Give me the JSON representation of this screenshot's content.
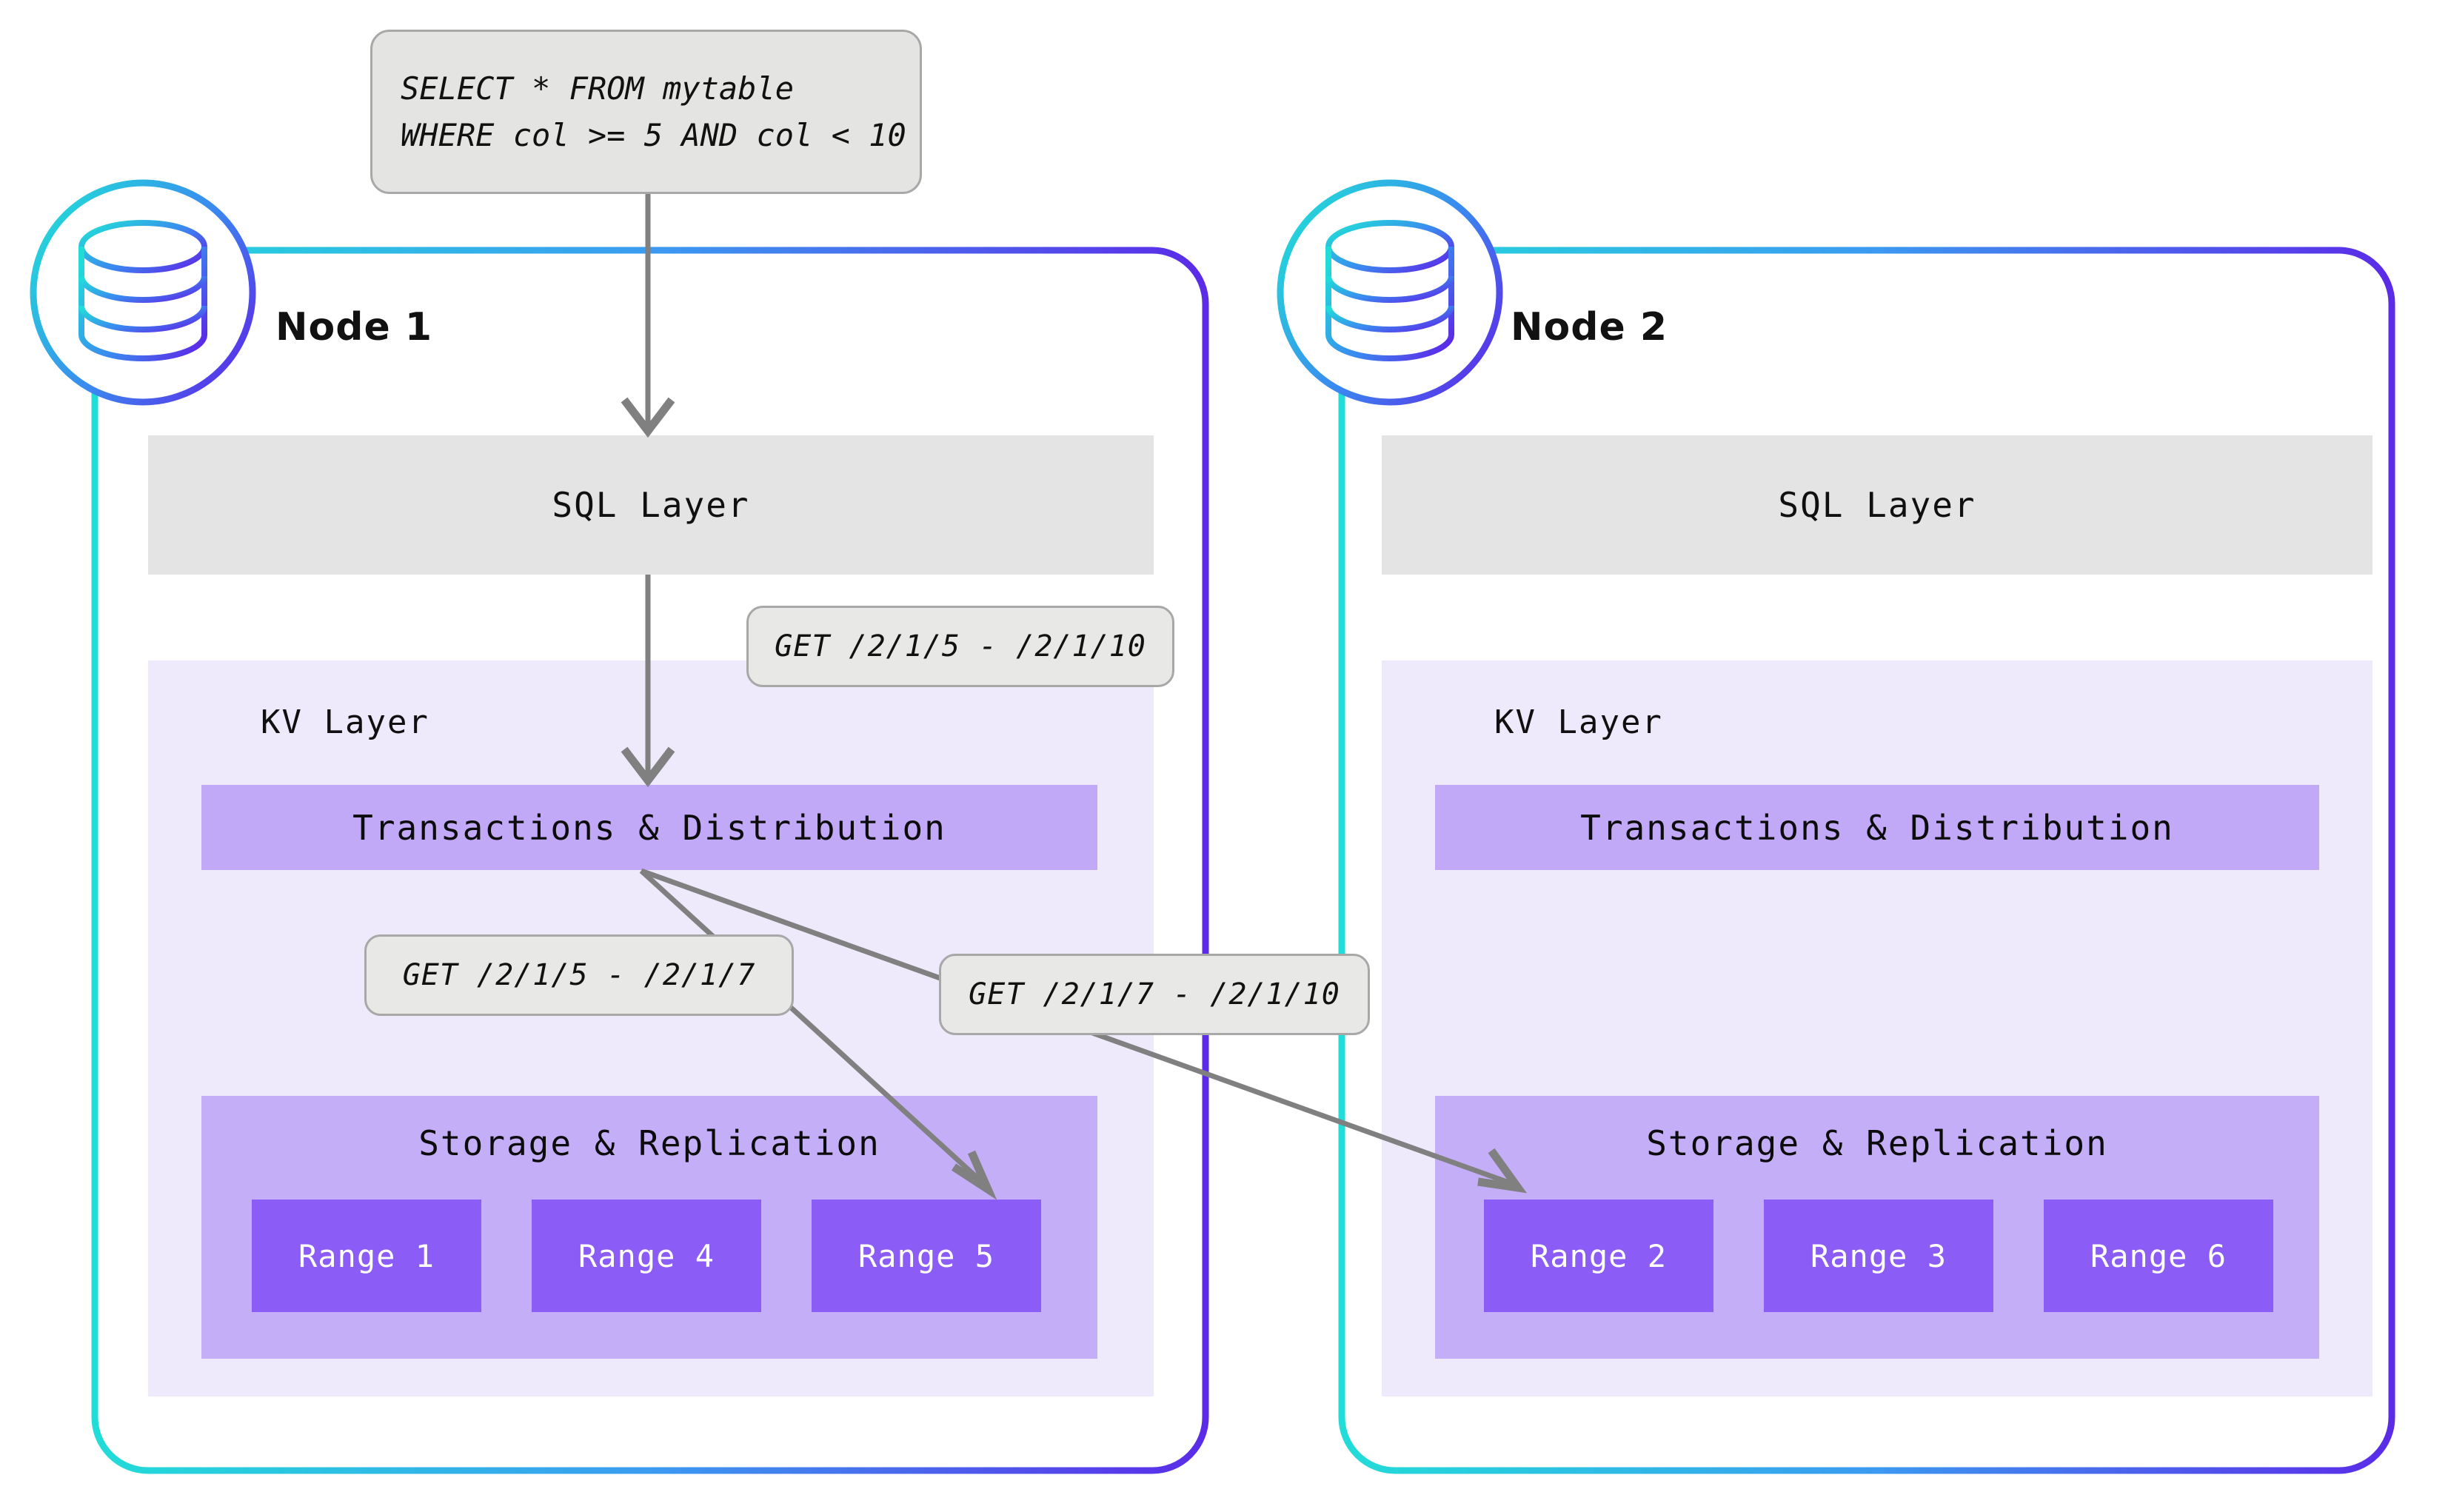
{
  "query_box": {
    "line1": "SELECT * FROM mytable",
    "line2": "WHERE col >= 5 AND col < 10"
  },
  "callouts": {
    "sql_to_kv": "GET /2/1/5 - /2/1/10",
    "to_range5": "GET /2/1/5 - /2/1/7",
    "to_range2": "GET /2/1/7 - /2/1/10"
  },
  "labels": {
    "sql_layer": "SQL Layer",
    "kv_layer": "KV Layer",
    "transactions": "Transactions & Distribution",
    "storage": "Storage & Replication"
  },
  "nodes": [
    {
      "title": "Node 1",
      "icon": "database-icon",
      "ranges": [
        "Range 1",
        "Range 4",
        "Range 5"
      ]
    },
    {
      "title": "Node 2",
      "icon": "database-icon",
      "ranges": [
        "Range 2",
        "Range 3",
        "Range 6"
      ]
    }
  ],
  "colors": {
    "gradient_start": "#22dcd8",
    "gradient_end": "#5b2be8",
    "sql_layer_bg": "#e4e4e4",
    "kv_layer_bg": "#eee9fb",
    "txn_bar_bg": "#c2a9f7",
    "storage_bg": "#c5aef8",
    "range_bg": "#8c5cf6",
    "callout_bg": "#e8e8e6",
    "arrow": "#808080"
  }
}
